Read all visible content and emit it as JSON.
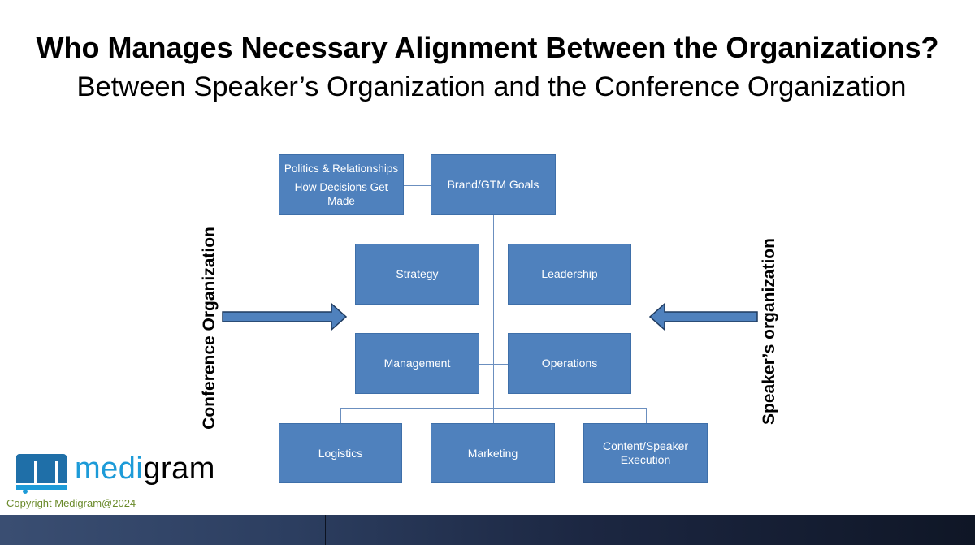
{
  "header": {
    "title": "Who Manages Necessary Alignment Between the Organizations?",
    "subtitle": "Between Speaker’s Organization and the Conference Organization"
  },
  "diagram": {
    "top_left_box": {
      "line1": "Politics & Relationships",
      "line2": "How Decisions Get Made"
    },
    "top_box": "Brand/GTM Goals",
    "strategy": "Strategy",
    "leadership": "Leadership",
    "management": "Management",
    "operations": "Operations",
    "logistics": "Logistics",
    "marketing": "Marketing",
    "content_speaker": "Content/Speaker Execution"
  },
  "sides": {
    "left_label": "Conference Organization",
    "right_label": "Speaker’s organization"
  },
  "branding": {
    "logo_text_colored": "medi",
    "logo_text_plain": "gram",
    "copyright": "Copyright Medigram@2024"
  },
  "colors": {
    "box_fill": "#4f81bd",
    "connector": "#6b8fbf",
    "logo_blue": "#1d9bd8",
    "copyright_green": "#6a8a2a"
  }
}
